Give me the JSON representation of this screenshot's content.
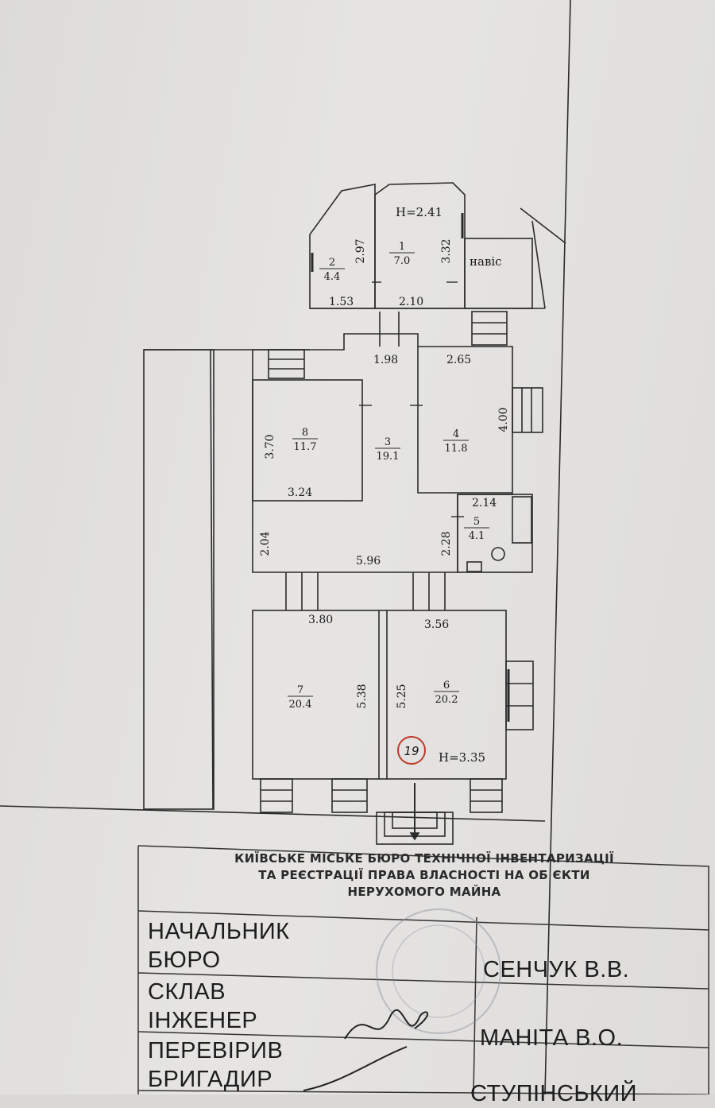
{
  "plan": {
    "heights": {
      "upper": "H=2.41",
      "lower": "H=3.35"
    },
    "canopy_label": "навіс",
    "rooms": [
      {
        "no": "2",
        "area": "4.4"
      },
      {
        "no": "1",
        "area": "7.0"
      },
      {
        "no": "8",
        "area": "11.7"
      },
      {
        "no": "3",
        "area": "19.1"
      },
      {
        "no": "4",
        "area": "11.8"
      },
      {
        "no": "5",
        "area": "4.1"
      },
      {
        "no": "7",
        "area": "20.4"
      },
      {
        "no": "6",
        "area": "20.2"
      }
    ],
    "dimensions": [
      "2.97",
      "3.32",
      "1.53",
      "2.10",
      "1.98",
      "2.65",
      "4.00",
      "3.70",
      "3.24",
      "2.14",
      "2.04",
      "5.96",
      "2.28",
      "3.80",
      "3.56",
      "5.38",
      "5.25"
    ],
    "marker": "19"
  },
  "stamp": {
    "header": [
      "КИЇВСЬКЕ МІСЬКЕ БЮРО ТЕХНІЧНОЇ ІНВЕНТАРИЗАЦІЇ",
      "ТА РЕЄСТРАЦІЇ ПРАВА ВЛАСНОСТІ НА ОБ ЄКТИ",
      "НЕРУХОМОГО МАЙНА"
    ],
    "rows": [
      {
        "role_1": "НАЧАЛЬНИК",
        "role_2": "БЮРО",
        "name": "СЕНЧУК В.В."
      },
      {
        "role_1": "СКЛАВ",
        "role_2": "ІНЖЕНЕР",
        "name": "МАНІТА В.О."
      },
      {
        "role_1": "ПЕРЕВІРИВ",
        "role_2": "БРИГАДИР",
        "name": "СТУПІНСЬКИЙ"
      }
    ]
  }
}
